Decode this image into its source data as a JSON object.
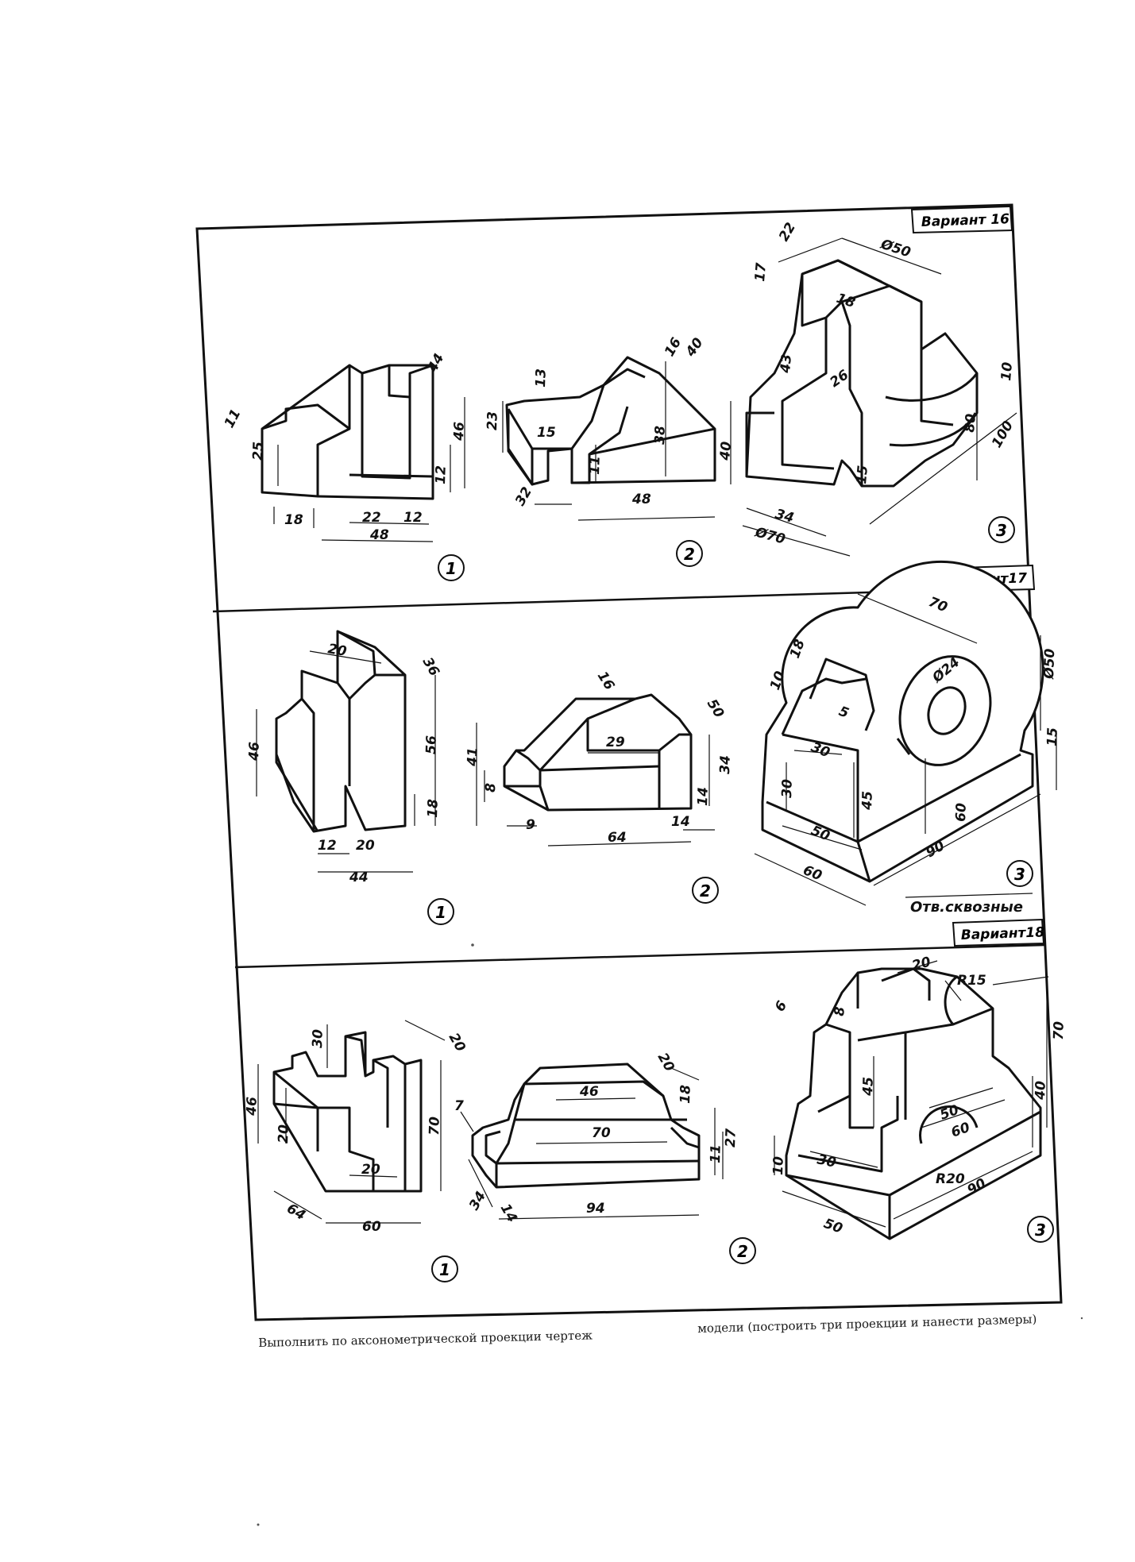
{
  "variants": [
    {
      "title": "Вариант 16",
      "models": [
        {
          "number": "1",
          "dims": [
            "11",
            "44",
            "25",
            "46",
            "12",
            "18",
            "22",
            "12",
            "48"
          ]
        },
        {
          "number": "2",
          "dims": [
            "13",
            "16",
            "40",
            "23",
            "15",
            "38",
            "11",
            "32",
            "48"
          ]
        },
        {
          "number": "3",
          "dims": [
            "22",
            "Ø50",
            "17",
            "18",
            "43",
            "26",
            "10",
            "80",
            "100",
            "40",
            "15",
            "34",
            "Ø70"
          ]
        }
      ]
    },
    {
      "title": "Вариант17",
      "models": [
        {
          "number": "1",
          "dims": [
            "20",
            "36",
            "46",
            "56",
            "18",
            "12",
            "20",
            "44"
          ]
        },
        {
          "number": "2",
          "dims": [
            "16",
            "50",
            "41",
            "29",
            "8",
            "34",
            "14",
            "9",
            "64",
            "14"
          ]
        },
        {
          "number": "3",
          "dims": [
            "70",
            "Ø50",
            "18",
            "10",
            "Ø24",
            "5",
            "30",
            "15",
            "30",
            "45",
            "60",
            "50",
            "90",
            "60"
          ],
          "note": "Отв.сквозные"
        }
      ]
    },
    {
      "title": "Вариант18",
      "models": [
        {
          "number": "1",
          "dims": [
            "30",
            "20",
            "46",
            "70",
            "20",
            "20",
            "64",
            "60"
          ]
        },
        {
          "number": "2",
          "dims": [
            "20",
            "46",
            "18",
            "7",
            "70",
            "27",
            "11",
            "34",
            "14",
            "94"
          ]
        },
        {
          "number": "3",
          "dims": [
            "20",
            "R15",
            "6",
            "8",
            "70",
            "45",
            "40",
            "50",
            "60",
            "30",
            "10",
            "R20",
            "90",
            "50"
          ]
        }
      ]
    }
  ],
  "caption": {
    "left": "Выполнить по аксонометрической проекции чертеж",
    "right": "модели (построить три проекции и нанести размеры)"
  }
}
